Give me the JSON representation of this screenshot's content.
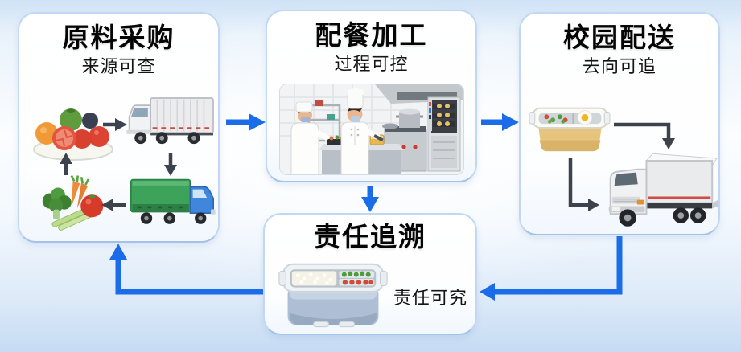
{
  "diagram": {
    "name": "school-meal-traceability-flow",
    "panels": {
      "procurement": {
        "title": "原料采购",
        "subtitle": "来源可查"
      },
      "processing": {
        "title": "配餐加工",
        "subtitle": "过程可控"
      },
      "delivery": {
        "title": "校园配送",
        "subtitle": "去向可追"
      },
      "trace": {
        "title": "责任追溯",
        "subtitle": "责任可究"
      }
    },
    "icons": {
      "procurement": [
        "produce-plate-icon",
        "white-box-truck-icon",
        "green-cargo-truck-icon",
        "fresh-vegetables-icon"
      ],
      "processing": [
        "kitchen-scene-image"
      ],
      "delivery": [
        "bento-lunchbox-icon",
        "delivery-truck-icon"
      ],
      "trace": [
        "compartment-lunchbox-icon"
      ]
    },
    "connections": [
      "procurement-to-processing",
      "processing-to-delivery",
      "processing-to-trace",
      "delivery-to-trace",
      "trace-to-procurement"
    ],
    "colors": {
      "accent_blue": "#1a6ce8",
      "panel_border": "#c2d8f2",
      "internal_arrow": "#3d434d",
      "background_top": "#cfe2f6",
      "background_bottom": "#c5dbf3"
    }
  }
}
